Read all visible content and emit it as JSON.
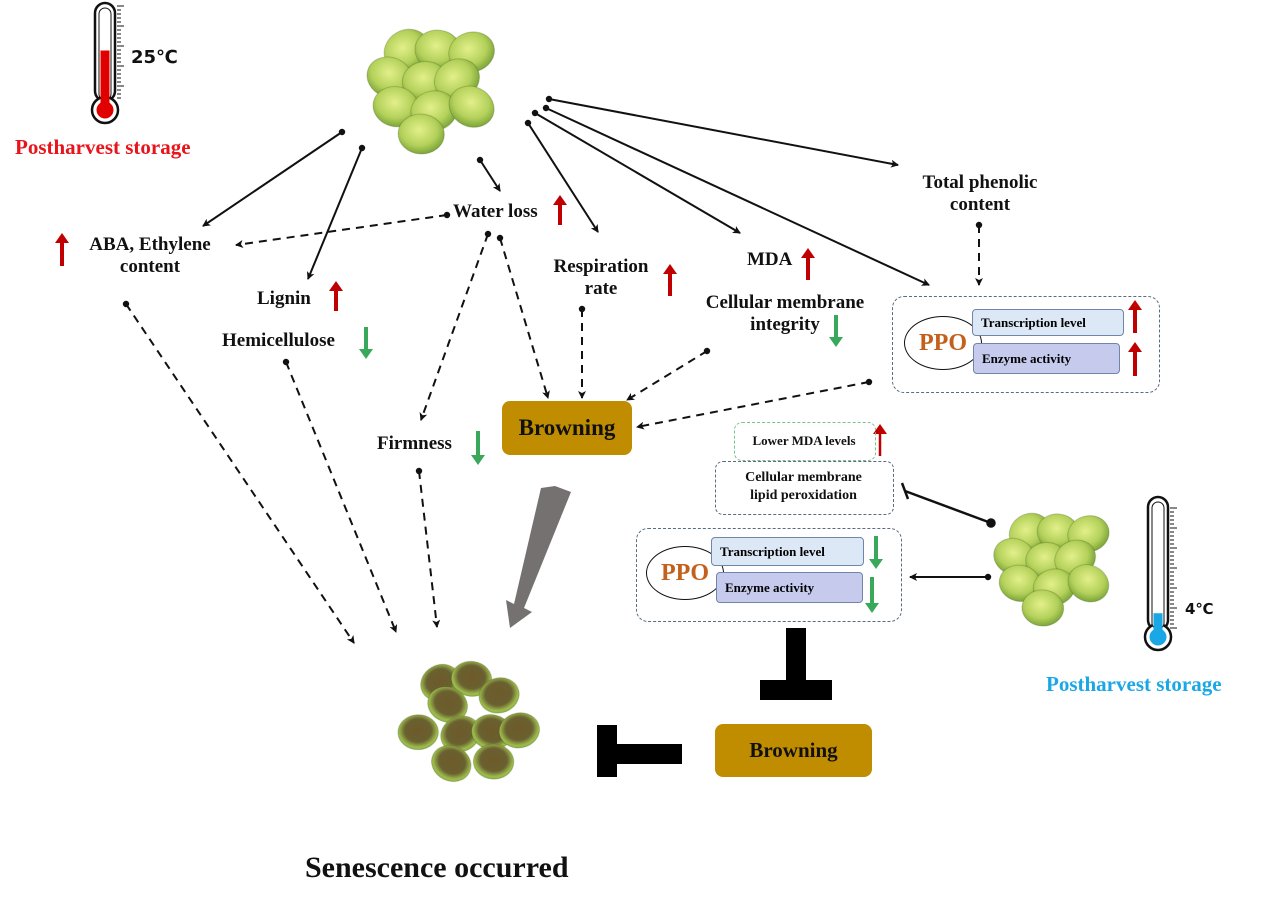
{
  "warm_storage": {
    "temperature": "25℃",
    "title": "Postharvest storage",
    "title_color": "#e8141b",
    "thermometer_fill_fraction": 0.55
  },
  "cold_storage": {
    "temperature": "4℃",
    "title": "Postharvest storage",
    "title_color": "#1aa7e6",
    "thermometer_fill_fraction": 0.12
  },
  "factors": {
    "aba": {
      "line1": "ABA, Ethylene",
      "line2": "content",
      "trend": "up"
    },
    "lignin": {
      "label": "Lignin",
      "trend": "up"
    },
    "hemicellulose": {
      "label": "Hemicellulose",
      "trend": "down"
    },
    "water_loss": {
      "label": "Water loss",
      "trend": "up"
    },
    "respiration": {
      "line1": "Respiration",
      "line2": "rate",
      "trend": "up"
    },
    "mda": {
      "label": "MDA",
      "trend": "up"
    },
    "membrane": {
      "line1": "Cellular membrane",
      "line2": "integrity",
      "trend": "down"
    },
    "phenolic": {
      "line1": "Total phenolic",
      "line2": "content"
    },
    "firmness": {
      "label": "Firmness",
      "trend": "down"
    }
  },
  "ppo_warm": {
    "name": "PPO",
    "transcription": "Transcription level",
    "transcription_trend": "up",
    "enzyme": "Enzyme activity",
    "enzyme_trend": "up"
  },
  "ppo_cold": {
    "name": "PPO",
    "transcription": "Transcription level",
    "transcription_trend": "down",
    "enzyme": "Enzyme activity",
    "enzyme_trend": "down"
  },
  "cold_effects": {
    "lower_mda": "Lower MDA levels",
    "membrane_line1": "Cellular membrane",
    "membrane_line2": "lipid peroxidation"
  },
  "browning_warm": "Browning",
  "browning_cold": "Browning",
  "outcome": "Senescence occurred",
  "colors": {
    "up_arrow": "#c00000",
    "down_arrow": "#3aa85a",
    "browning_box": "#c08d00",
    "ppo_text": "#c4601b",
    "big_arrow": "#767171"
  }
}
